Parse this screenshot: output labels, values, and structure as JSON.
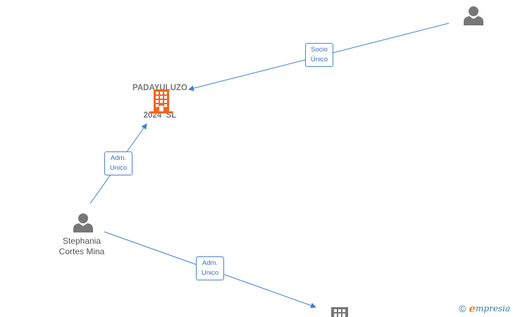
{
  "nodes": {
    "company_main": {
      "name_line1": "PADAYULUZO",
      "name_line2": "2024  SL",
      "color": "#f26522"
    },
    "person_top_right": {
      "name": "",
      "color": "#777777"
    },
    "person_stephania": {
      "name": "Stephania\nCortes Mina",
      "color": "#777777"
    },
    "company_bottom": {
      "name": "",
      "color": "#777777"
    }
  },
  "edges": {
    "socio_unico": {
      "label": "Socio\nÚnico"
    },
    "adm_unico_main": {
      "label": "Adm.\nUnico"
    },
    "adm_unico_bottom": {
      "label": "Adm.\nUnico"
    }
  },
  "colors": {
    "edge": "#3a7fd0"
  },
  "brand": {
    "copyright": "©",
    "initial": "e",
    "rest": "mpresia"
  }
}
